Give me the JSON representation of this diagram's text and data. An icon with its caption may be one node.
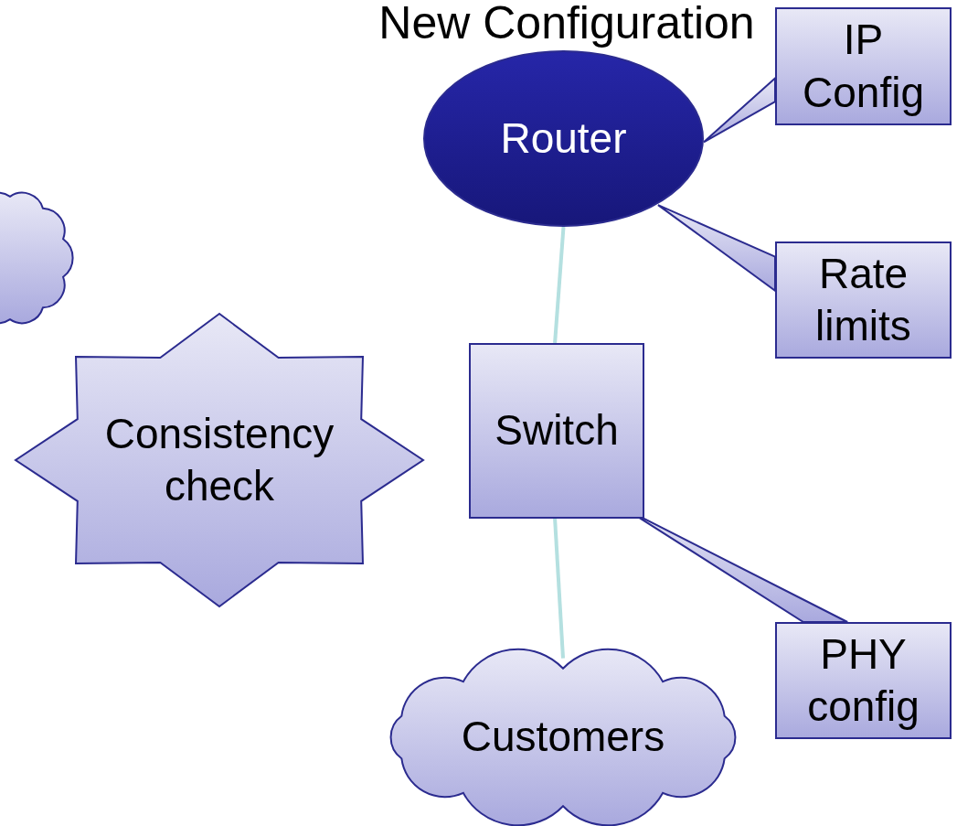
{
  "diagram": {
    "title": "New Configuration",
    "nodes": [
      {
        "text": [
          "Router"
        ]
      },
      {
        "text": [
          "IP Config"
        ]
      },
      {
        "text": [
          "Rate limits"
        ]
      },
      {
        "text": [],
        "shape": "cloud"
      },
      {
        "text": [
          "Consistency check"
        ]
      },
      {
        "text": [
          "Switch"
        ]
      },
      {
        "text": [
          "PHY config"
        ]
      },
      {
        "text": [
          "Customers"
        ]
      }
    ],
    "edges": [
      {
        "from": 0,
        "to": 5,
        "arrow": "none",
        "color": "#b4e0e0"
      },
      {
        "from": 5,
        "to": 7,
        "arrow": "none",
        "color": "#b4e0e0"
      },
      {
        "from": 1,
        "to": 0,
        "arrow": "none"
      },
      {
        "from": 2,
        "to": 0,
        "arrow": "none"
      },
      {
        "from": 6,
        "to": 5,
        "arrow": "none"
      }
    ]
  }
}
